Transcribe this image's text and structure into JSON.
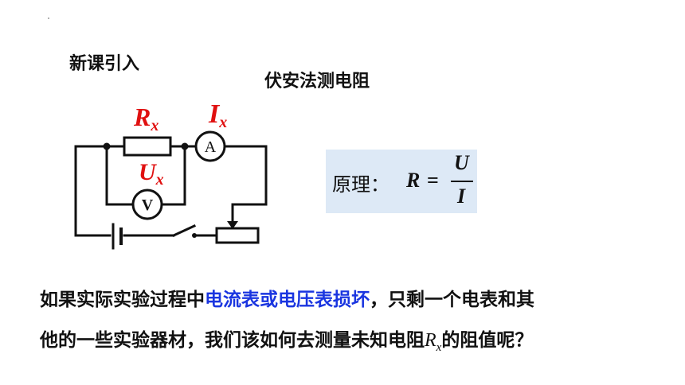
{
  "section_title": "新课引入",
  "slide_title": "伏安法测电阻",
  "circuit": {
    "resistor_label": "R",
    "resistor_sub": "x",
    "current_label": "I",
    "current_sub": "x",
    "voltage_label": "U",
    "voltage_sub": "x",
    "ammeter_symbol": "A",
    "voltmeter_symbol": "V"
  },
  "formula": {
    "prefix": "原理：",
    "lhs": "R",
    "eq": "=",
    "numerator": "U",
    "denominator": "I"
  },
  "question": {
    "line1_before": "如果实际实验过程中",
    "line1_highlight": "电流表或电压表损坏",
    "line1_after": "，只剩一个电表和其",
    "line2_before": "他的一些实验器材，我们该如何去测量未知电阻",
    "line2_var": "R",
    "line2_var_sub": "x",
    "line2_after": "的阻值呢？"
  },
  "colors": {
    "label_red": "#e01010",
    "highlight_blue": "#1a35e0",
    "formula_bg": "#dde9f6"
  }
}
